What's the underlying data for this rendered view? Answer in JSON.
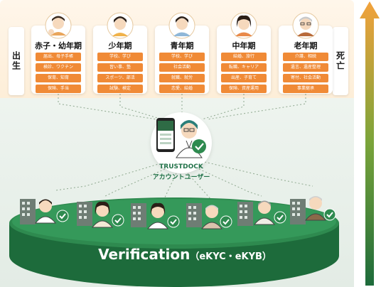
{
  "side_labels": {
    "birth": "出生",
    "death": "死亡"
  },
  "stages": [
    {
      "title": "赤子・幼年期",
      "tags": [
        "届出、母子手帳",
        "検診、ワクチン",
        "保育、知育",
        "保険、手当"
      ]
    },
    {
      "title": "少年期",
      "tags": [
        "学校、学び",
        "習い事、塾",
        "スポーツ、部活",
        "試験、検定"
      ]
    },
    {
      "title": "青年期",
      "tags": [
        "学校、学び",
        "社会活動",
        "就職、就労",
        "恋愛、結婚"
      ]
    },
    {
      "title": "中年期",
      "tags": [
        "結婚、旅行",
        "転職、キャリア",
        "出産、子育て",
        "保険、資産運用"
      ]
    },
    {
      "title": "老年期",
      "tags": [
        "介護、相続",
        "遺言、遺産整理",
        "寄付、社会活動",
        "事業継承"
      ]
    }
  ],
  "center": {
    "line1": "TRUSTDOCK",
    "line2": "アカウントユーザー"
  },
  "platform": {
    "title": "Verification",
    "subtitle": "（eKYC・eKYB）"
  },
  "colors": {
    "orange_tag": "#f08a36",
    "green_dark": "#1d6b3b",
    "green_mid": "#2e8a4f",
    "check": "#2e8a4f",
    "top_bg": "#fdf1e0",
    "bottom_bg": "#e6eee8"
  },
  "icons": [
    "check-icon",
    "smartphone-icon",
    "building-icon",
    "person-avatar-icon",
    "up-arrow-icon"
  ]
}
